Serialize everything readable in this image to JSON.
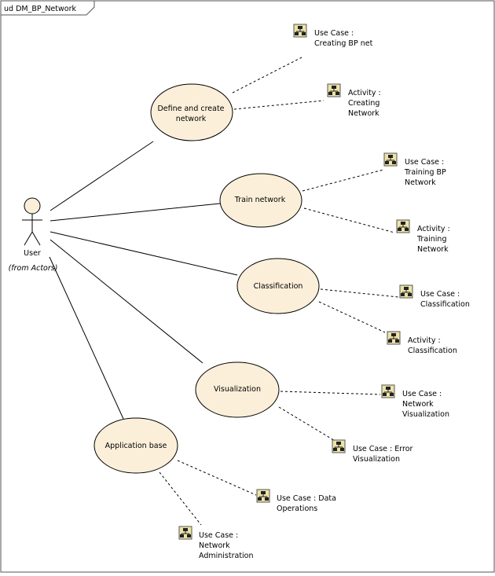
{
  "diagram": {
    "frame_label": "ud DM_BP_Network",
    "actor": {
      "name": "User",
      "subtitle": "(from Actors)"
    },
    "use_cases": [
      {
        "id": "define",
        "lines": [
          "Define and create",
          "network"
        ]
      },
      {
        "id": "train",
        "lines": [
          "Train network"
        ]
      },
      {
        "id": "classify",
        "lines": [
          "Classification"
        ]
      },
      {
        "id": "visual",
        "lines": [
          "Visualization"
        ]
      },
      {
        "id": "appbase",
        "lines": [
          "Application base"
        ]
      }
    ],
    "elements": [
      {
        "id": "uc-creating-bp-net",
        "lines": [
          "Use Case :",
          "Creating BP net"
        ]
      },
      {
        "id": "act-creating-network",
        "lines": [
          "Activity :",
          "Creating",
          "Network"
        ]
      },
      {
        "id": "uc-training-bp-network",
        "lines": [
          "Use Case :",
          "Training BP",
          "Network"
        ]
      },
      {
        "id": "act-training-network",
        "lines": [
          "Activity :",
          "Training",
          "Network"
        ]
      },
      {
        "id": "uc-classification",
        "lines": [
          "Use Case :",
          "Classification"
        ]
      },
      {
        "id": "act-classification",
        "lines": [
          "Activity :",
          "Classification"
        ]
      },
      {
        "id": "uc-network-visualization",
        "lines": [
          "Use Case :",
          "Network",
          "Visualization"
        ]
      },
      {
        "id": "uc-error-visualization",
        "lines": [
          "Use Case : Error",
          "Visualization"
        ]
      },
      {
        "id": "uc-data-operations",
        "lines": [
          "Use Case : Data",
          "Operations"
        ]
      },
      {
        "id": "uc-network-administration",
        "lines": [
          "Use Case :",
          "Network",
          "Administration"
        ]
      }
    ]
  }
}
